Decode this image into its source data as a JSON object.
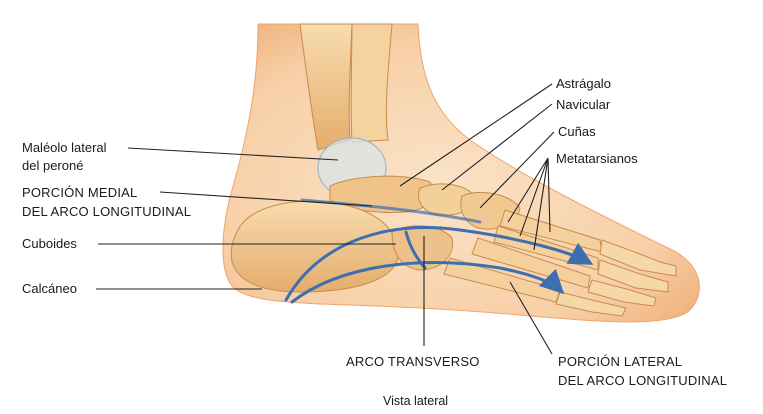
{
  "figure": {
    "caption": "Vista lateral",
    "colors": {
      "skin": "#f7d2ad",
      "skin_edge": "#eea56d",
      "bone": "#f2c98e",
      "bone_shadow": "#d89a58",
      "arch_arrow": "#3b6fb0",
      "label_line": "#222222"
    }
  },
  "labels": {
    "maleolo_1": "Maléolo lateral",
    "maleolo_2": "del peroné",
    "porcion_medial_1": "PORCIÓN MEDIAL",
    "porcion_medial_2": "DEL ARCO LONGITUDINAL",
    "cuboides": "Cuboides",
    "calcaneo": "Calcáneo",
    "astragalo": "Astrágalo",
    "navicular": "Navicular",
    "cunas": "Cuñas",
    "metatarsianos": "Metatarsianos",
    "arco_transverso": "ARCO TRANSVERSO",
    "porcion_lateral_1": "PORCIÓN LATERAL",
    "porcion_lateral_2": "DEL ARCO LONGITUDINAL"
  }
}
